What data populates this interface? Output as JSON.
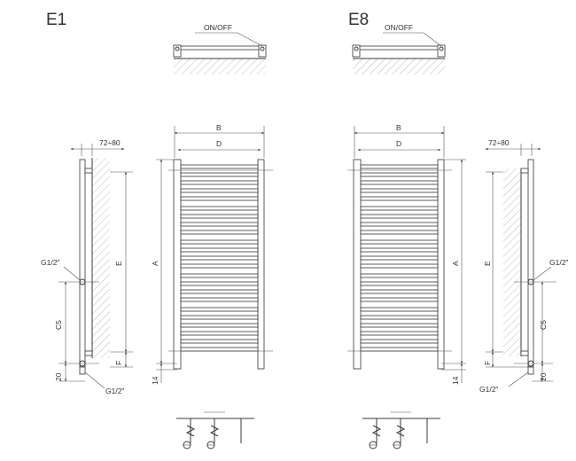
{
  "variants": [
    {
      "title": "E1",
      "top_label": "ON/OFF",
      "side_dims": {
        "depth": "72÷80",
        "e": "E",
        "c5": "C5",
        "f": "F",
        "twenty": "20",
        "g_top": "G1/2\"",
        "g_bottom": "G1/2\""
      },
      "front_dims": {
        "b": "B",
        "d": "D",
        "a": "A",
        "fourteen": "14"
      }
    },
    {
      "title": "E8",
      "top_label": "ON/OFF",
      "side_dims": {
        "depth": "72÷80",
        "e": "E",
        "c5": "C5",
        "f": "F",
        "twenty": "20",
        "g_top": "G1/2\"",
        "g_bottom": "G1/2\""
      },
      "front_dims": {
        "b": "B",
        "d": "D",
        "a": "A",
        "fourteen": "14"
      }
    }
  ]
}
